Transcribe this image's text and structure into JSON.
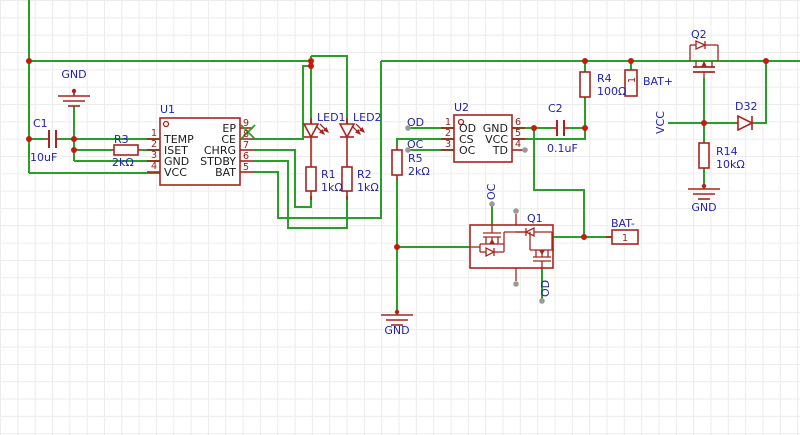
{
  "flags": {
    "gnd": "GND",
    "vcc": "VCC"
  },
  "nets": {
    "od": "OD",
    "oc": "OC"
  },
  "u1": {
    "ref": "U1",
    "left": [
      {
        "n": "1",
        "name": "TEMP"
      },
      {
        "n": "2",
        "name": "ISET"
      },
      {
        "n": "3",
        "name": "GND"
      },
      {
        "n": "4",
        "name": "VCC"
      }
    ],
    "right": [
      {
        "n": "9",
        "name": "EP"
      },
      {
        "n": "8",
        "name": "CE"
      },
      {
        "n": "7",
        "name": "CHRG"
      },
      {
        "n": "6",
        "name": "STDBY"
      },
      {
        "n": "5",
        "name": "BAT"
      }
    ]
  },
  "u2": {
    "ref": "U2",
    "left": [
      {
        "n": "1",
        "name": "OD"
      },
      {
        "n": "2",
        "name": "CS"
      },
      {
        "n": "3",
        "name": "OC"
      }
    ],
    "right": [
      {
        "n": "6",
        "name": "GND"
      },
      {
        "n": "5",
        "name": "VCC"
      },
      {
        "n": "4",
        "name": "TD"
      }
    ]
  },
  "parts": {
    "c1": {
      "ref": "C1",
      "value": "10uF"
    },
    "c2": {
      "ref": "C2",
      "value": "0.1uF"
    },
    "r1": {
      "ref": "R1",
      "value": "1kΩ"
    },
    "r2": {
      "ref": "R2",
      "value": "1kΩ"
    },
    "r3": {
      "ref": "R3",
      "value": "2kΩ"
    },
    "r4": {
      "ref": "R4",
      "value": "100Ω"
    },
    "r5": {
      "ref": "R5",
      "value": "2kΩ"
    },
    "r14": {
      "ref": "R14",
      "value": "10kΩ"
    },
    "led1": {
      "ref": "LED1"
    },
    "led2": {
      "ref": "LED2"
    },
    "q1": {
      "ref": "Q1"
    },
    "q2": {
      "ref": "Q2"
    },
    "d32": {
      "ref": "D32"
    }
  },
  "connectors": {
    "bat_plus": {
      "label": "BAT+",
      "pin": "1"
    },
    "bat_minus": {
      "label": "BAT-",
      "pin": "1"
    }
  },
  "colors": {
    "wire": "#28a028",
    "component": "#a8241e",
    "label": "#2323aa",
    "pin_name": "#1c1c1c",
    "pin_number": "#8c1f17",
    "junction": "#c41a10",
    "unconnected_pin": "#9a9a9a",
    "grid": "#ececec",
    "background": "#ffffff"
  }
}
